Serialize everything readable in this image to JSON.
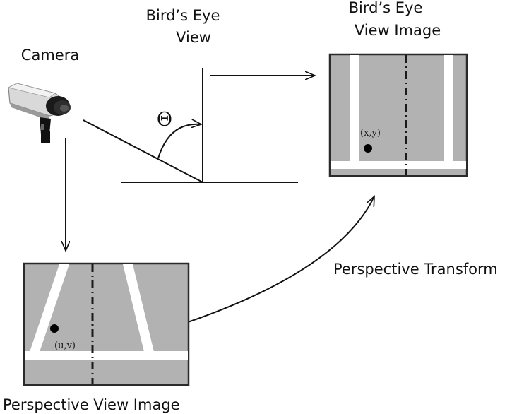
{
  "labels": {
    "camera": "Camera",
    "birds_eye_view_line1": "Bird’s Eye",
    "birds_eye_view_line2": "View",
    "birds_eye_image_line1": "Bird’s Eye",
    "birds_eye_image_line2": "View Image",
    "angle_symbol": "Θ",
    "perspective_transform": "Perspective Transform",
    "perspective_view_image": "Perspective View Image",
    "birds_eye_point": "(x,y)",
    "perspective_point": "(u,v)"
  },
  "icons": {
    "camera": "camera-icon"
  },
  "colors": {
    "image_background": "#b2b2b2",
    "lane_lines": "#ffffff",
    "ink": "#111111"
  }
}
